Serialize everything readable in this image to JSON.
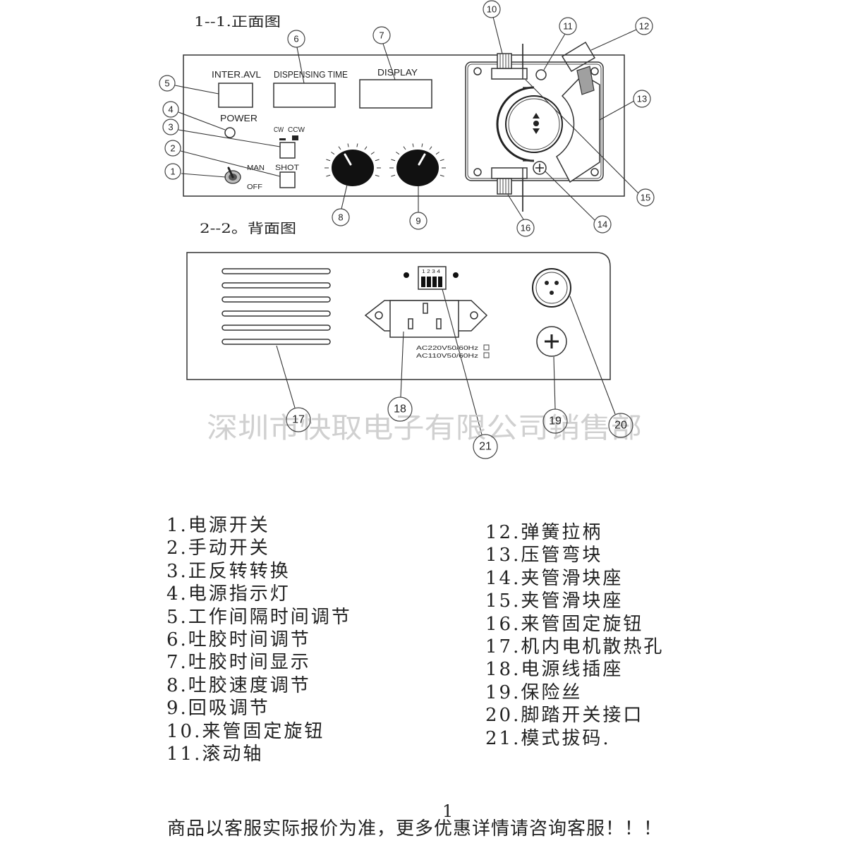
{
  "front_view": {
    "title": "1--1.正面图",
    "panel_labels": {
      "inter_avl": "INTER.AVL",
      "dispensing_time": "DISPENSING TIME",
      "display": "DISPLAY",
      "power": "POWER",
      "cw": "CW",
      "ccw": "CCW",
      "man": "MAN",
      "shot": "SHOT",
      "off": "OFF"
    },
    "callouts": [
      "1",
      "2",
      "3",
      "4",
      "5",
      "6",
      "7",
      "8",
      "9",
      "10",
      "11",
      "12",
      "13",
      "14",
      "15",
      "16"
    ]
  },
  "back_view": {
    "title": "2--2。背面图",
    "dip_switch_label": "1 2 3 4",
    "voltage_options": [
      "AC220V50/60Hz",
      "AC110V50/60Hz"
    ],
    "callouts": [
      "17",
      "18",
      "19",
      "20",
      "21"
    ]
  },
  "watermark": "深圳市快取电子有限公司销售部",
  "legend": {
    "left": [
      "1.电源开关",
      "2.手动开关",
      "3.正反转转换",
      "4.电源指示灯",
      "5.工作间隔时间调节",
      "6.吐胶时间调节",
      "7.吐胶时间显示",
      "8.吐胶速度调节",
      "9.回吸调节",
      "10.来管固定旋钮",
      "11.滚动轴"
    ],
    "right": [
      "12.弹簧拉柄",
      "13.压管弯块",
      "14.夹管滑块座",
      "15.夹管滑块座",
      "16.来管固定旋钮",
      "17.机内电机散热孔",
      "18.电源线插座",
      "19.保险丝",
      "20.脚踏开关接口",
      "21.模式拔码."
    ]
  },
  "page_number": "1",
  "footer": "商品以客服实际报价为准，更多优惠详情请咨询客服！！！",
  "colors": {
    "line": "#333333",
    "knob": "#111111",
    "spring_handle": "#a0a0a0",
    "watermark": "#c8c8c8"
  }
}
